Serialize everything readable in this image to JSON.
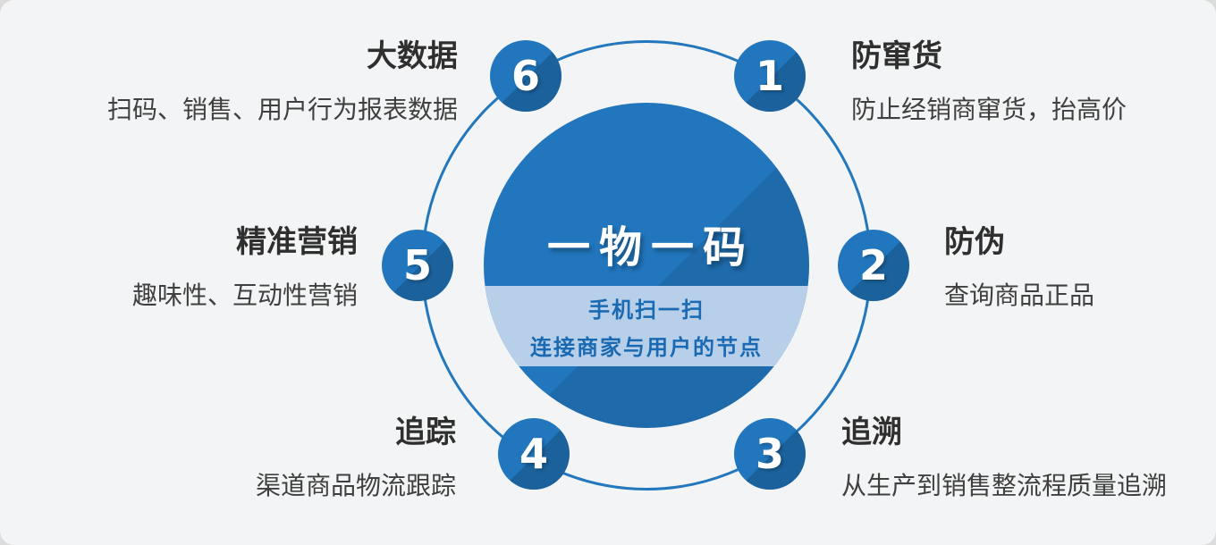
{
  "center": {
    "title": "一物一码",
    "subtitle_line1": "手机扫一扫",
    "subtitle_line2": "连接商家与用户的节点"
  },
  "nodes": [
    {
      "number": "1",
      "title": "防窜货",
      "description": "防止经销商窜货，抬高价",
      "position": "top-right"
    },
    {
      "number": "2",
      "title": "防伪",
      "description": "查询商品正品",
      "position": "right"
    },
    {
      "number": "3",
      "title": "追溯",
      "description": "从生产到销售整流程质量追溯",
      "position": "bottom-right"
    },
    {
      "number": "4",
      "title": "追踪",
      "description": "渠道商品物流跟踪",
      "position": "bottom-left"
    },
    {
      "number": "5",
      "title": "精准营销",
      "description": "趣味性、互动性营销",
      "position": "left"
    },
    {
      "number": "6",
      "title": "大数据",
      "description": "扫码、销售、用户行为报表数据",
      "position": "top-left"
    }
  ],
  "colors": {
    "primary_blue": "#2176bd",
    "band_blue": "#b7cfe8",
    "band_text_blue": "#1a6ab3",
    "background": "#f3f4f5",
    "title_text": "#2f2f2f"
  }
}
